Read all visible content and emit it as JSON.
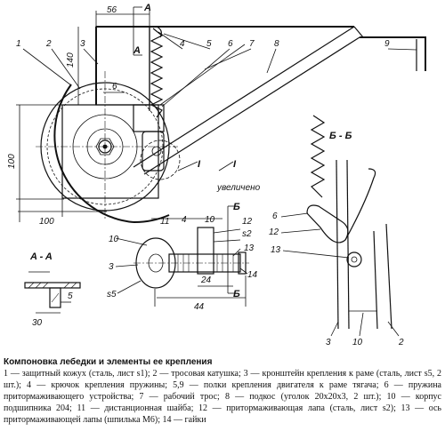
{
  "figure": {
    "dims": {
      "d56": "56",
      "d140": "140",
      "d6": "6",
      "d100v": "100",
      "d100h": "100",
      "d11": "11",
      "d4": "4",
      "d10": "10",
      "d12": "12",
      "s2": "s2",
      "d13": "13",
      "s5": "s5",
      "d24": "24",
      "d30": "30",
      "d5": "5",
      "d44": "44",
      "d14": "14",
      "d3b": "3"
    },
    "parts": {
      "p1": "1",
      "p2": "2",
      "p3": "3",
      "p4": "4",
      "p5": "5",
      "p6": "6",
      "p7": "7",
      "p8": "8",
      "p9": "9",
      "p10": "10",
      "p11": "11",
      "p12": "12",
      "p13": "13",
      "p14": "14",
      "bb6": "6",
      "bb12": "12",
      "bb13": "13",
      "bb3": "3",
      "bb10": "10",
      "bb2": "2"
    },
    "sections": {
      "aa": "A - A",
      "bb": "Б - Б",
      "a_top": "A",
      "a_mid": "A",
      "b_top": "Б",
      "b_bot": "Б",
      "view1": "I",
      "view1_big": "I",
      "enlarged": "увеличено"
    }
  },
  "caption": {
    "title": "Компоновка лебедки и элементы ее крепления",
    "body": "1 — защитный кожух (сталь, лист s1); 2 — тросовая катушка; 3 — кронштейн крепления к раме (сталь, лист s5, 2 шт.); 4 — крючок крепления пружины; 5,9 — полки крепления двигателя к раме тягача; 6 — пружина притормаживающего устройства; 7 — рабочий трос; 8 — подкос (уголок 20х20х3, 2 шт.); 10 — корпус подшипника 204; 11 — дистанционная шайба; 12 — притормаживающая лапа (сталь, лист s2); 13 — ось притормаживающей лапы (шпилька М6); 14 — гайки"
  }
}
